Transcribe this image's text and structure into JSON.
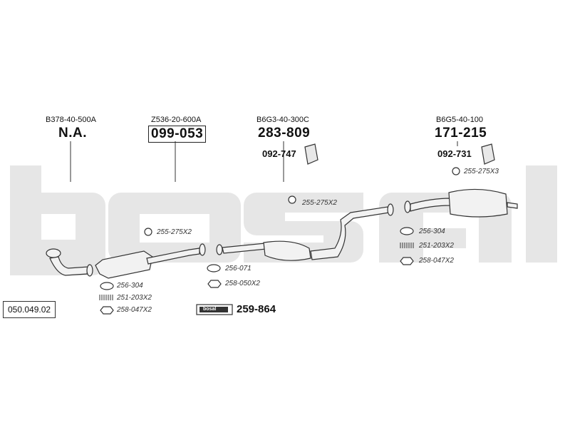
{
  "diagram_ref": "050.049.02",
  "watermark": "bosal",
  "sections": [
    {
      "oem": "B378-40-500A",
      "number": "N.A."
    },
    {
      "oem": "Z536-20-600A",
      "number": "099-053"
    },
    {
      "oem": "B6G3-40-300C",
      "number": "283-809"
    },
    {
      "oem": "B6G5-40-100",
      "number": "171-215"
    }
  ],
  "parts": {
    "hanger_mid": "092-747",
    "hanger_rear": "092-731",
    "kit_number": "259-864",
    "kit_label": "bosal"
  },
  "codes": {
    "rear_ring": "255-275X3",
    "mid_ring": "255-275X2",
    "cat_ring": "255-275X2",
    "rear_gasket": "256-304",
    "rear_spring": "251-203X2",
    "rear_nut": "258-047X2",
    "center_gasket": "256-071",
    "center_nut": "258-050X2",
    "front_gasket": "256-304",
    "front_spring": "251-203X2",
    "front_nut": "258-047X2"
  }
}
